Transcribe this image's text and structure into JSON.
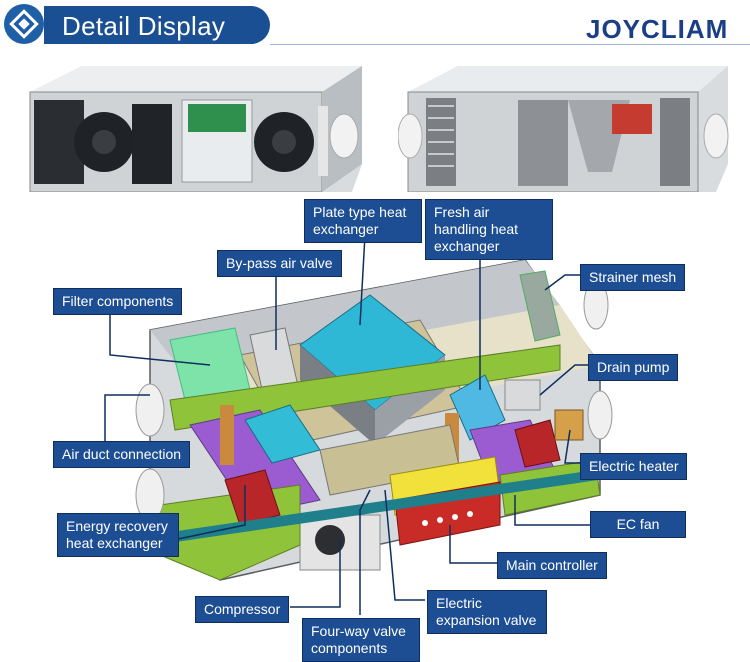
{
  "header": {
    "title": "Detail Display",
    "brand": "JOYCLIAM",
    "logo_icon": "diamond-logo-icon"
  },
  "photos": [
    {
      "name": "unit-photo-compressor-side"
    },
    {
      "name": "unit-photo-exchanger-side"
    }
  ],
  "labels": {
    "plate_heat_exchanger": "Plate type heat exchanger",
    "fresh_air_exchanger": "Fresh air handling heat exchanger",
    "bypass_valve": "By-pass air valve",
    "strainer_mesh": "Strainer mesh",
    "filter_components": "Filter components",
    "drain_pump": "Drain pump",
    "air_duct": "Air duct connection",
    "electric_heater": "Electric heater",
    "energy_recovery": "Energy recovery heat exchanger",
    "ec_fan": "EC fan",
    "main_controller": "Main controller",
    "compressor": "Compressor",
    "expansion_valve": "Electric expansion valve",
    "four_way_valve": "Four-way valve components"
  },
  "colors": {
    "brand_blue": "#1a4f93",
    "callout_blue": "#1d4e93",
    "exchanger_cyan": "#29b6d8",
    "panel_green": "#7fb832",
    "duct_gray": "#c9ccd0"
  }
}
